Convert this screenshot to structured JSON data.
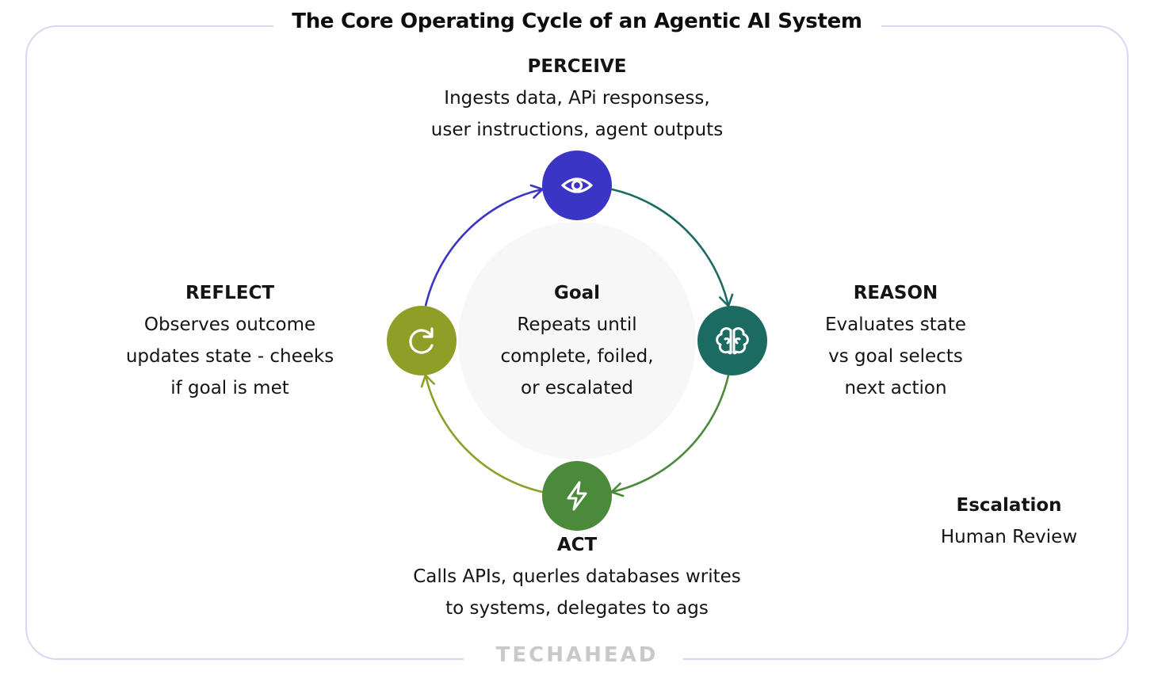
{
  "title": "The Core Operating Cycle of an Agentic AI System",
  "colors": {
    "frame": "#d9d6f0",
    "center_fill": "#f7f7f7",
    "perceive": "#3b35c6",
    "reason": "#1c6b63",
    "act": "#4a8a3a",
    "reflect": "#8e9e26",
    "icon": "#ffffff",
    "logo": "#c9c9c9"
  },
  "nodes": [
    {
      "id": "perceive",
      "icon": "eye-icon",
      "color": "#3b35c6",
      "heading": "PERCEIVE",
      "lines": [
        "Ingests data, APi responsess,",
        "user instructions, agent outputs"
      ]
    },
    {
      "id": "reason",
      "icon": "brain-icon",
      "color": "#1c6b63",
      "heading": "REASON",
      "lines": [
        "Evaluates state",
        "vs goal selects",
        "next action"
      ]
    },
    {
      "id": "act",
      "icon": "lightning-icon",
      "color": "#4a8a3a",
      "heading": "ACT",
      "lines": [
        "Calls APIs, querles databases writes",
        "to systems, delegates to ags"
      ]
    },
    {
      "id": "reflect",
      "icon": "refresh-icon",
      "color": "#8e9e26",
      "heading": "REFLECT",
      "lines": [
        "Observes outcome",
        "updates state - cheeks",
        "if goal is met"
      ]
    }
  ],
  "arrows": [
    {
      "from": "perceive",
      "to": "reason",
      "color": "#1c6b63"
    },
    {
      "from": "reason",
      "to": "act",
      "color": "#4a8a3a"
    },
    {
      "from": "act",
      "to": "reflect",
      "color": "#8e9e26"
    },
    {
      "from": "reflect",
      "to": "perceive",
      "color": "#3b35c6"
    }
  ],
  "center": {
    "heading": "Goal",
    "lines": [
      "Repeats until",
      "complete, foiled,",
      "or escalated"
    ]
  },
  "escalation": {
    "heading": "Escalation",
    "lines": [
      "Human Review"
    ]
  },
  "logo": "TECHAHEAD"
}
